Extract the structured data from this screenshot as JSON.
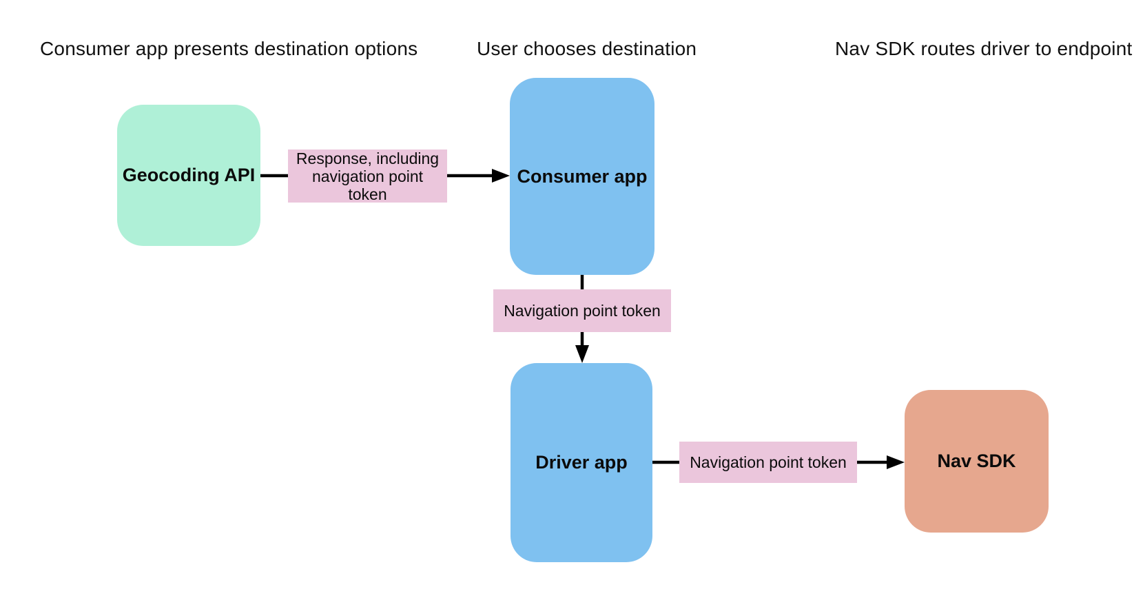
{
  "diagram": {
    "columns": [
      {
        "title": "Consumer app presents destination options"
      },
      {
        "title": "User chooses destination"
      },
      {
        "title": "Nav SDK routes driver to endpoint"
      }
    ],
    "nodes": [
      {
        "id": "geocoding-api",
        "label": "Geocoding API",
        "color": "#AFF0D7"
      },
      {
        "id": "consumer-app",
        "label": "Consumer app",
        "color": "#7FC1F0"
      },
      {
        "id": "driver-app",
        "label": "Driver app",
        "color": "#7FC1F0"
      },
      {
        "id": "nav-sdk",
        "label": "Nav SDK",
        "color": "#E6A78E"
      }
    ],
    "edge_labels": [
      {
        "id": "response-token",
        "text": "Response, including navigation point token",
        "color": "#EBC6DC"
      },
      {
        "id": "nav-point-token-1",
        "text": "Navigation point token",
        "color": "#EBC6DC"
      },
      {
        "id": "nav-point-token-2",
        "text": "Navigation point token",
        "color": "#EBC6DC"
      }
    ],
    "edges": [
      {
        "from": "geocoding-api",
        "to": "consumer-app",
        "label": "Response, including navigation point token"
      },
      {
        "from": "consumer-app",
        "to": "driver-app",
        "label": "Navigation point token"
      },
      {
        "from": "driver-app",
        "to": "nav-sdk",
        "label": "Navigation point token"
      }
    ],
    "colors": {
      "background": "#FFFFFF",
      "arrow": "#000000",
      "text": "#111111"
    }
  }
}
